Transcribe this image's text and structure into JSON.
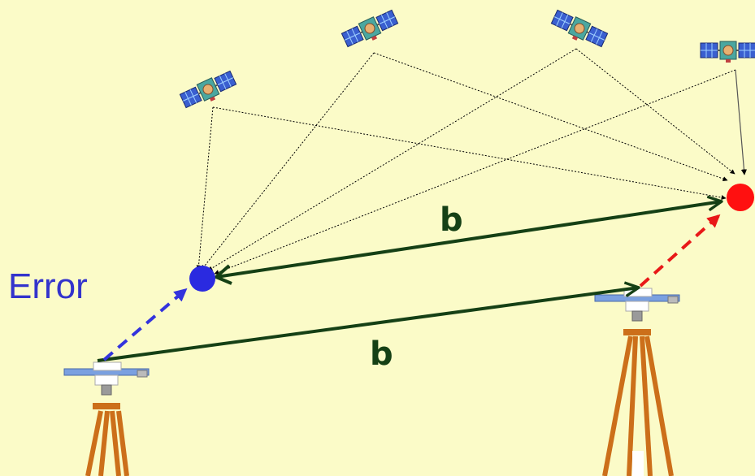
{
  "labels": {
    "error": "Error",
    "baseline_top": "b",
    "baseline_bottom": "b"
  },
  "colors": {
    "background": "#fbfbc8",
    "baseline": "#154015",
    "error_blue": "#3333dd",
    "error_red": "#e81818",
    "target_point": "#ff1010",
    "estimated_point": "#2a2ae0",
    "tripod": "#cc6f1a",
    "receiver_plate": "#7aa0e0"
  },
  "icons": [
    "satellite-icon",
    "survey-tripod-icon"
  ]
}
